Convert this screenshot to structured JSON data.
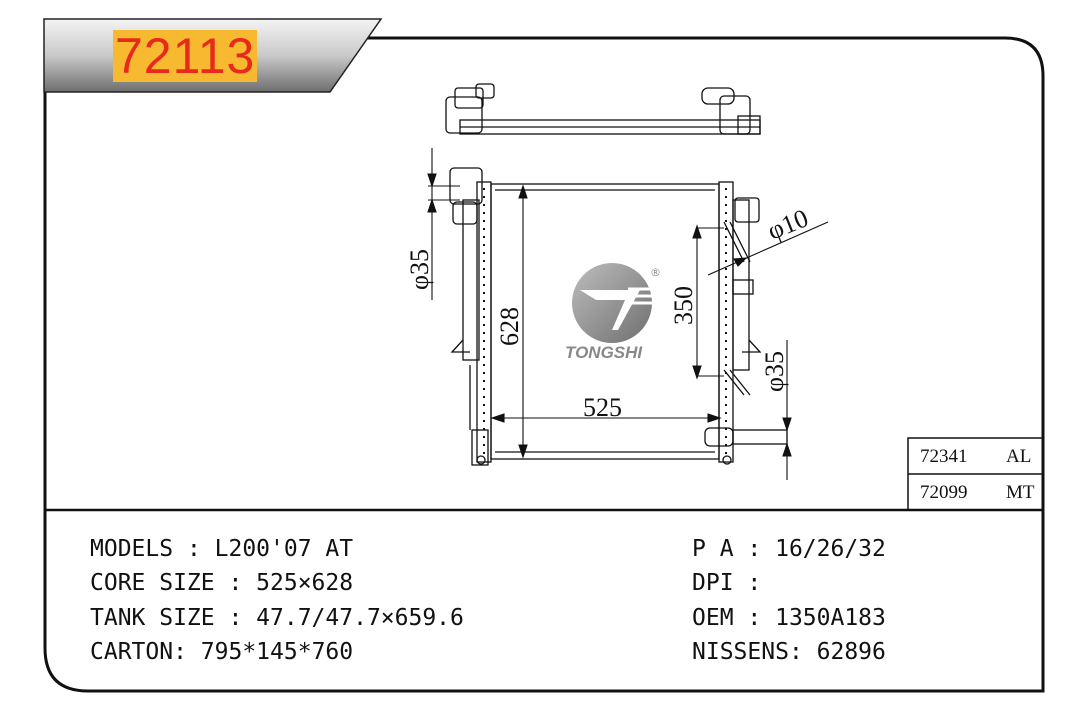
{
  "sheet": {
    "part_number": "72113",
    "accent_color": "#e8291c",
    "highlight_color": "#f6b930"
  },
  "drawing": {
    "brand_logo_text": "TONGSHI",
    "registered_mark": "®",
    "dim_core_width": "525",
    "dim_core_height": "628",
    "dim_span": "350",
    "dim_pipe_top": "φ35",
    "dim_pipe_bottom": "φ35",
    "dim_small_pipe": "φ10"
  },
  "alternates": [
    {
      "code": "72341",
      "type": "AL"
    },
    {
      "code": "72099",
      "type": "MT"
    }
  ],
  "specs_left": [
    {
      "label": "MODELS",
      "sep": " : ",
      "value": "L200'07 AT"
    },
    {
      "label": "CORE SIZE",
      "sep": " : ",
      "value": "525×628"
    },
    {
      "label": "TANK SIZE",
      "sep": " : ",
      "value": "47.7/47.7×659.6"
    },
    {
      "label": "CARTON",
      "sep": ": ",
      "value": "795*145*760"
    }
  ],
  "specs_right": [
    {
      "label": "P A",
      "sep": " : ",
      "value": "16/26/32"
    },
    {
      "label": "DPI",
      "sep": " : ",
      "value": ""
    },
    {
      "label": "OEM",
      "sep": " : ",
      "value": "1350A183"
    },
    {
      "label": "NISSENS",
      "sep": ": ",
      "value": "62896"
    }
  ]
}
